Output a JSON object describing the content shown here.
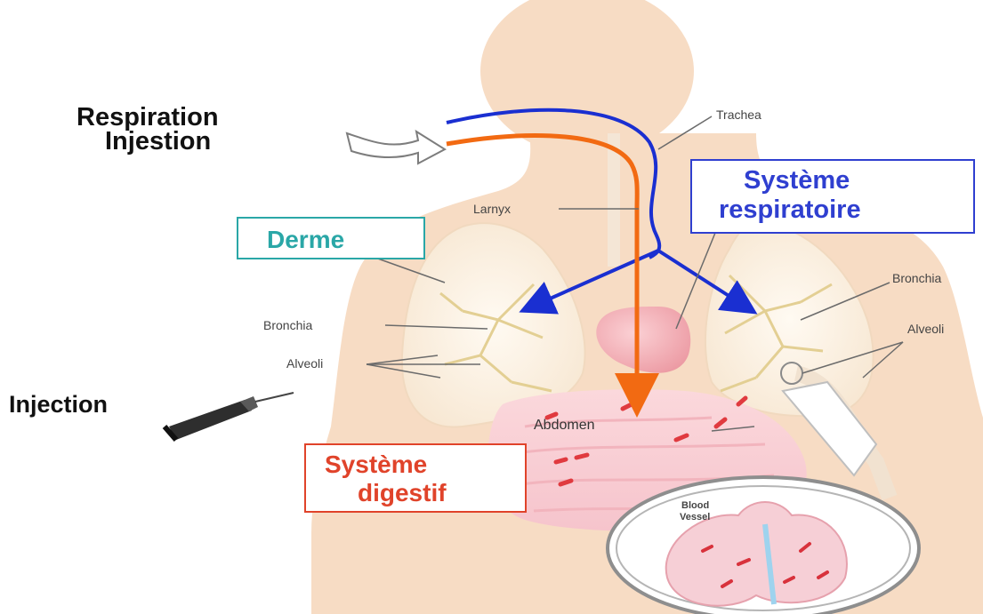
{
  "labels": {
    "respiration": "Respiration",
    "injestion": "Injestion",
    "injection": "Injection",
    "trachea": "Trachea",
    "larnyx": "Larnyx",
    "bronchia_left": "Bronchia",
    "bronchia_right": "Bronchia",
    "alveoli_left": "Alveoli",
    "alveoli_right": "Alveoli",
    "abdomen": "Abdomen",
    "blood": "Blood",
    "vessel": "Vessel"
  },
  "boxes": {
    "derme": "Derme",
    "respiratoire_line1": "Système",
    "respiratoire_line2": "respiratoire",
    "digestif_line1": "Système",
    "digestif_line2": "digestif"
  },
  "colors": {
    "respiratory_path": "#1a2fd1",
    "digestive_path": "#f26a12",
    "derme_text": "#2aa7a7",
    "respiratoire_text": "#2f3fd0",
    "digestif_text": "#e0432a",
    "body_fill": "#f7dcc4"
  }
}
